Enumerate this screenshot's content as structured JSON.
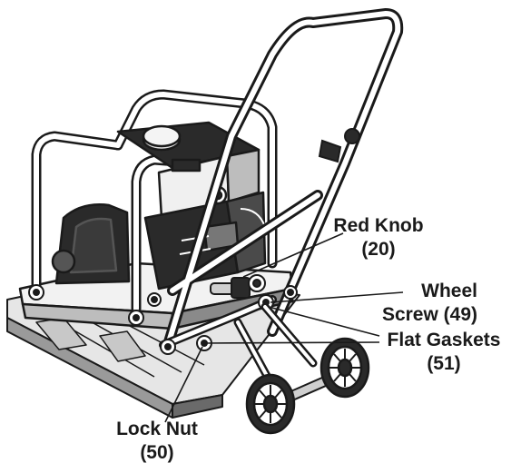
{
  "labels": {
    "red_knob": {
      "name": "Red Knob",
      "ref": "(20)"
    },
    "wheel_screw": {
      "name": "Wheel",
      "name2": "Screw (49)"
    },
    "flat_gaskets": {
      "name": "Flat Gaskets",
      "ref": "(51)"
    },
    "lock_nut": {
      "name": "Lock Nut",
      "ref": "(50)"
    }
  },
  "colors": {
    "ink": "#1a1a1a",
    "dark_fill": "#2a2a2a",
    "mid_fill": "#7a7a7a",
    "light_fill": "#d6d6d6",
    "paper": "#ffffff"
  }
}
